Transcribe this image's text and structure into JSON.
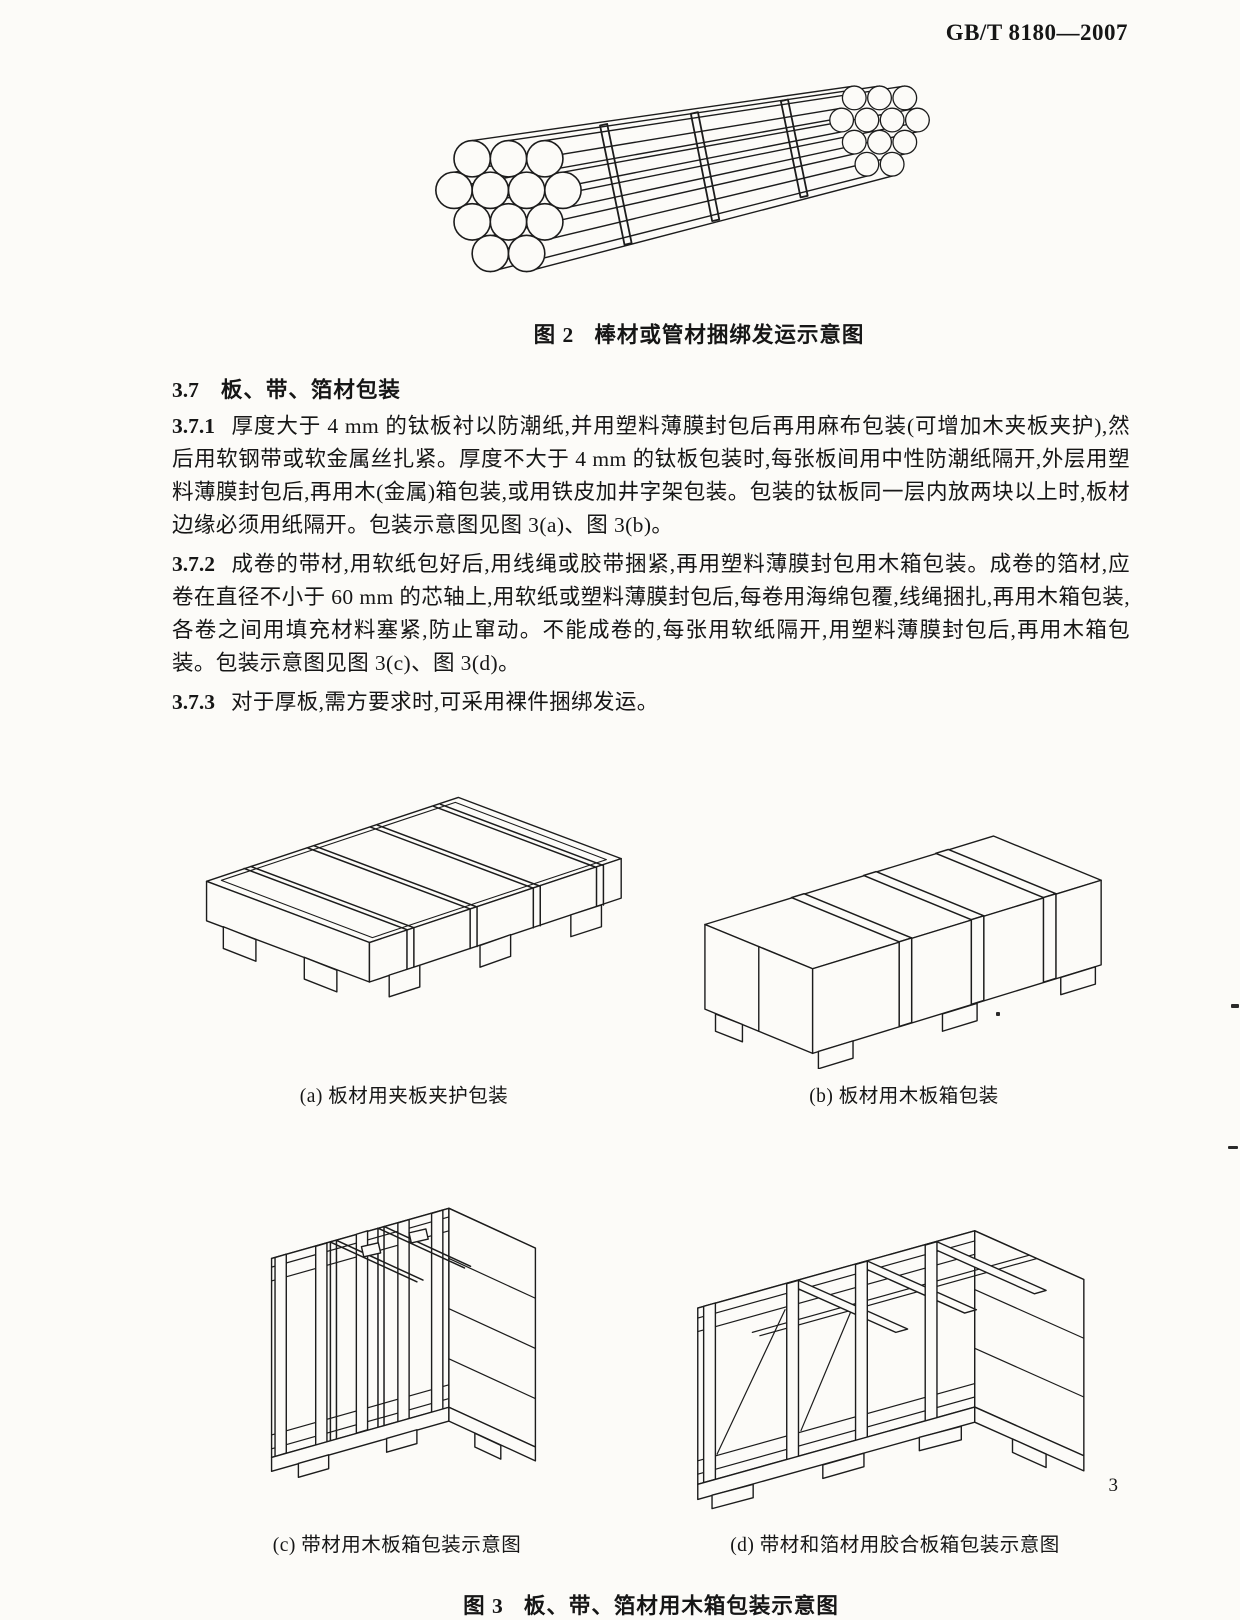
{
  "page": {
    "header": "GB/T 8180—2007",
    "page_number": "3"
  },
  "figure2": {
    "label": "图 2",
    "caption": "棒材或管材捆绑发运示意图"
  },
  "section_3_7": {
    "number": "3.7",
    "title": "板、带、箔材包装",
    "clauses": [
      {
        "number": "3.7.1",
        "text": "厚度大于 4 mm 的钛板衬以防潮纸,并用塑料薄膜封包后再用麻布包装(可增加木夹板夹护),然后用软钢带或软金属丝扎紧。厚度不大于 4 mm 的钛板包装时,每张板间用中性防潮纸隔开,外层用塑料薄膜封包后,再用木(金属)箱包装,或用铁皮加井字架包装。包装的钛板同一层内放两块以上时,板材边缘必须用纸隔开。包装示意图见图 3(a)、图 3(b)。"
      },
      {
        "number": "3.7.2",
        "text": "成卷的带材,用软纸包好后,用线绳或胶带捆紧,再用塑料薄膜封包用木箱包装。成卷的箔材,应卷在直径不小于 60 mm 的芯轴上,用软纸或塑料薄膜封包后,每卷用海绵包覆,线绳捆扎,再用木箱包装,各卷之间用填充材料塞紧,防止窜动。不能成卷的,每张用软纸隔开,用塑料薄膜封包后,再用木箱包装。包装示意图见图 3(c)、图 3(d)。"
      },
      {
        "number": "3.7.3",
        "text": "对于厚板,需方要求时,可采用裸件捆绑发运。"
      }
    ]
  },
  "figure3": {
    "sub_a": "(a) 板材用夹板夹护包装",
    "sub_b": "(b) 板材用木板箱包装",
    "sub_c": "(c) 带材用木板箱包装示意图",
    "sub_d": "(d) 带材和箔材用胶合板箱包装示意图",
    "label": "图 3",
    "caption": "板、带、箔材用木箱包装示意图"
  }
}
